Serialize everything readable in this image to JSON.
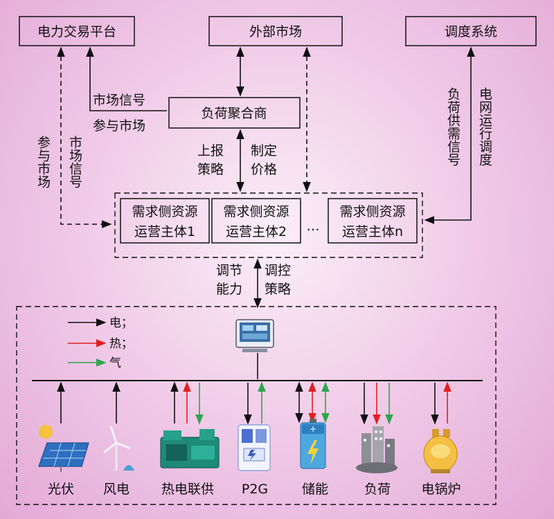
{
  "top": {
    "trading_platform": "电力交易平台",
    "external_market": "外部市场",
    "dispatch_system": "调度系统"
  },
  "aggregator": "负荷聚合商",
  "edge_labels": {
    "market_signal_top": "市场信号",
    "join_market_top": "参与市场",
    "join_market_left": "参与市场",
    "market_signal_left": "市场信号",
    "report_strategy": [
      "上报",
      "策略"
    ],
    "set_price": [
      "制定",
      "价格"
    ],
    "load_supply_signal": "负荷供需信号",
    "grid_dispatch": "电网运行调度",
    "adjust_capacity": [
      "调节",
      "能力"
    ],
    "control_strategy": [
      "调控",
      "策略"
    ]
  },
  "operators": [
    [
      "需求侧资源",
      "运营主体1"
    ],
    [
      "需求侧资源",
      "运营主体2"
    ],
    [
      "需求侧资源",
      "运营主体n"
    ]
  ],
  "ellipsis": "…",
  "legend": [
    {
      "label": "电；",
      "color": "#111111"
    },
    {
      "label": "热；",
      "color": "#e02020"
    },
    {
      "label": "气",
      "color": "#2aa84a"
    }
  ],
  "devices": [
    {
      "label": "光伏",
      "icon": "solar-panel-icon"
    },
    {
      "label": "风电",
      "icon": "wind-turbine-icon"
    },
    {
      "label": "热电联供",
      "icon": "chp-generator-icon"
    },
    {
      "label": "P2G",
      "icon": "p2g-device-icon"
    },
    {
      "label": "储能",
      "icon": "battery-icon"
    },
    {
      "label": "负荷",
      "icon": "city-load-icon"
    },
    {
      "label": "电锅炉",
      "icon": "electric-boiler-icon"
    }
  ]
}
